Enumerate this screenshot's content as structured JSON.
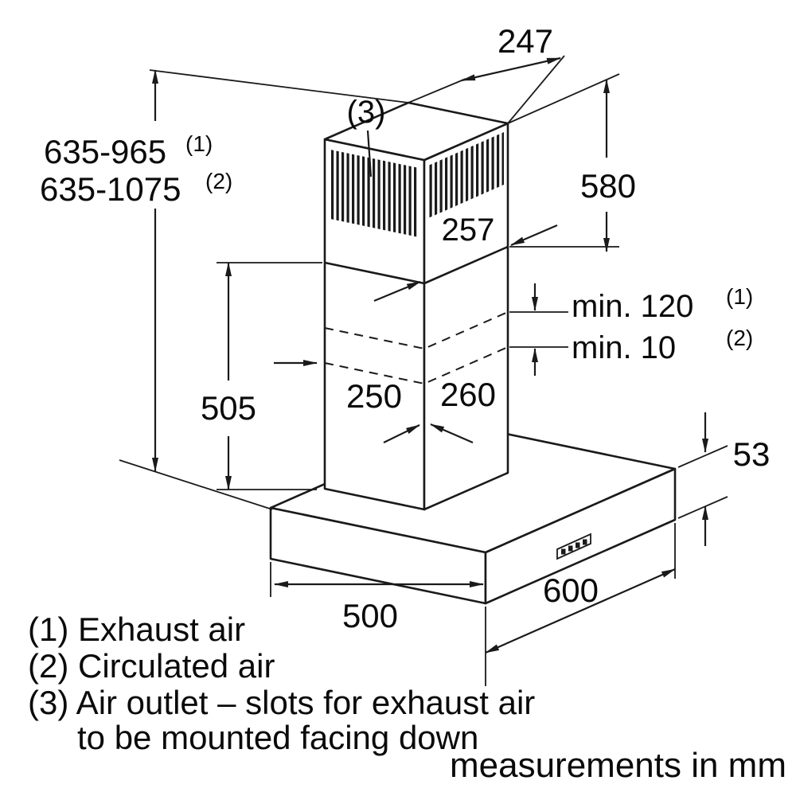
{
  "diagram": {
    "title": "chimney-hood-installation-dimensions",
    "colors": {
      "line": "#1a1a1a",
      "background": "#ffffff"
    },
    "labels": {
      "dim_247": "247",
      "dim_580": "580",
      "dim_257": "257",
      "range_exhaust": "635-965",
      "range_exhaust_sup": "(1)",
      "range_recirc": "635-1075",
      "range_recirc_sup": "(2)",
      "min_exhaust": "min. 120",
      "min_exhaust_sup": "(1)",
      "min_recirc": "min. 10",
      "min_recirc_sup": "(2)",
      "dim_505": "505",
      "dim_250": "250",
      "dim_260": "260",
      "dim_53": "53",
      "dim_500": "500",
      "dim_600": "600",
      "callout_3": "(3)"
    },
    "legend": {
      "line1": "(1) Exhaust air",
      "line2": "(2) Circulated air",
      "line3": "(3) Air outlet – slots for exhaust air",
      "line4": "to be mounted facing down",
      "note": "measurements in mm"
    }
  }
}
